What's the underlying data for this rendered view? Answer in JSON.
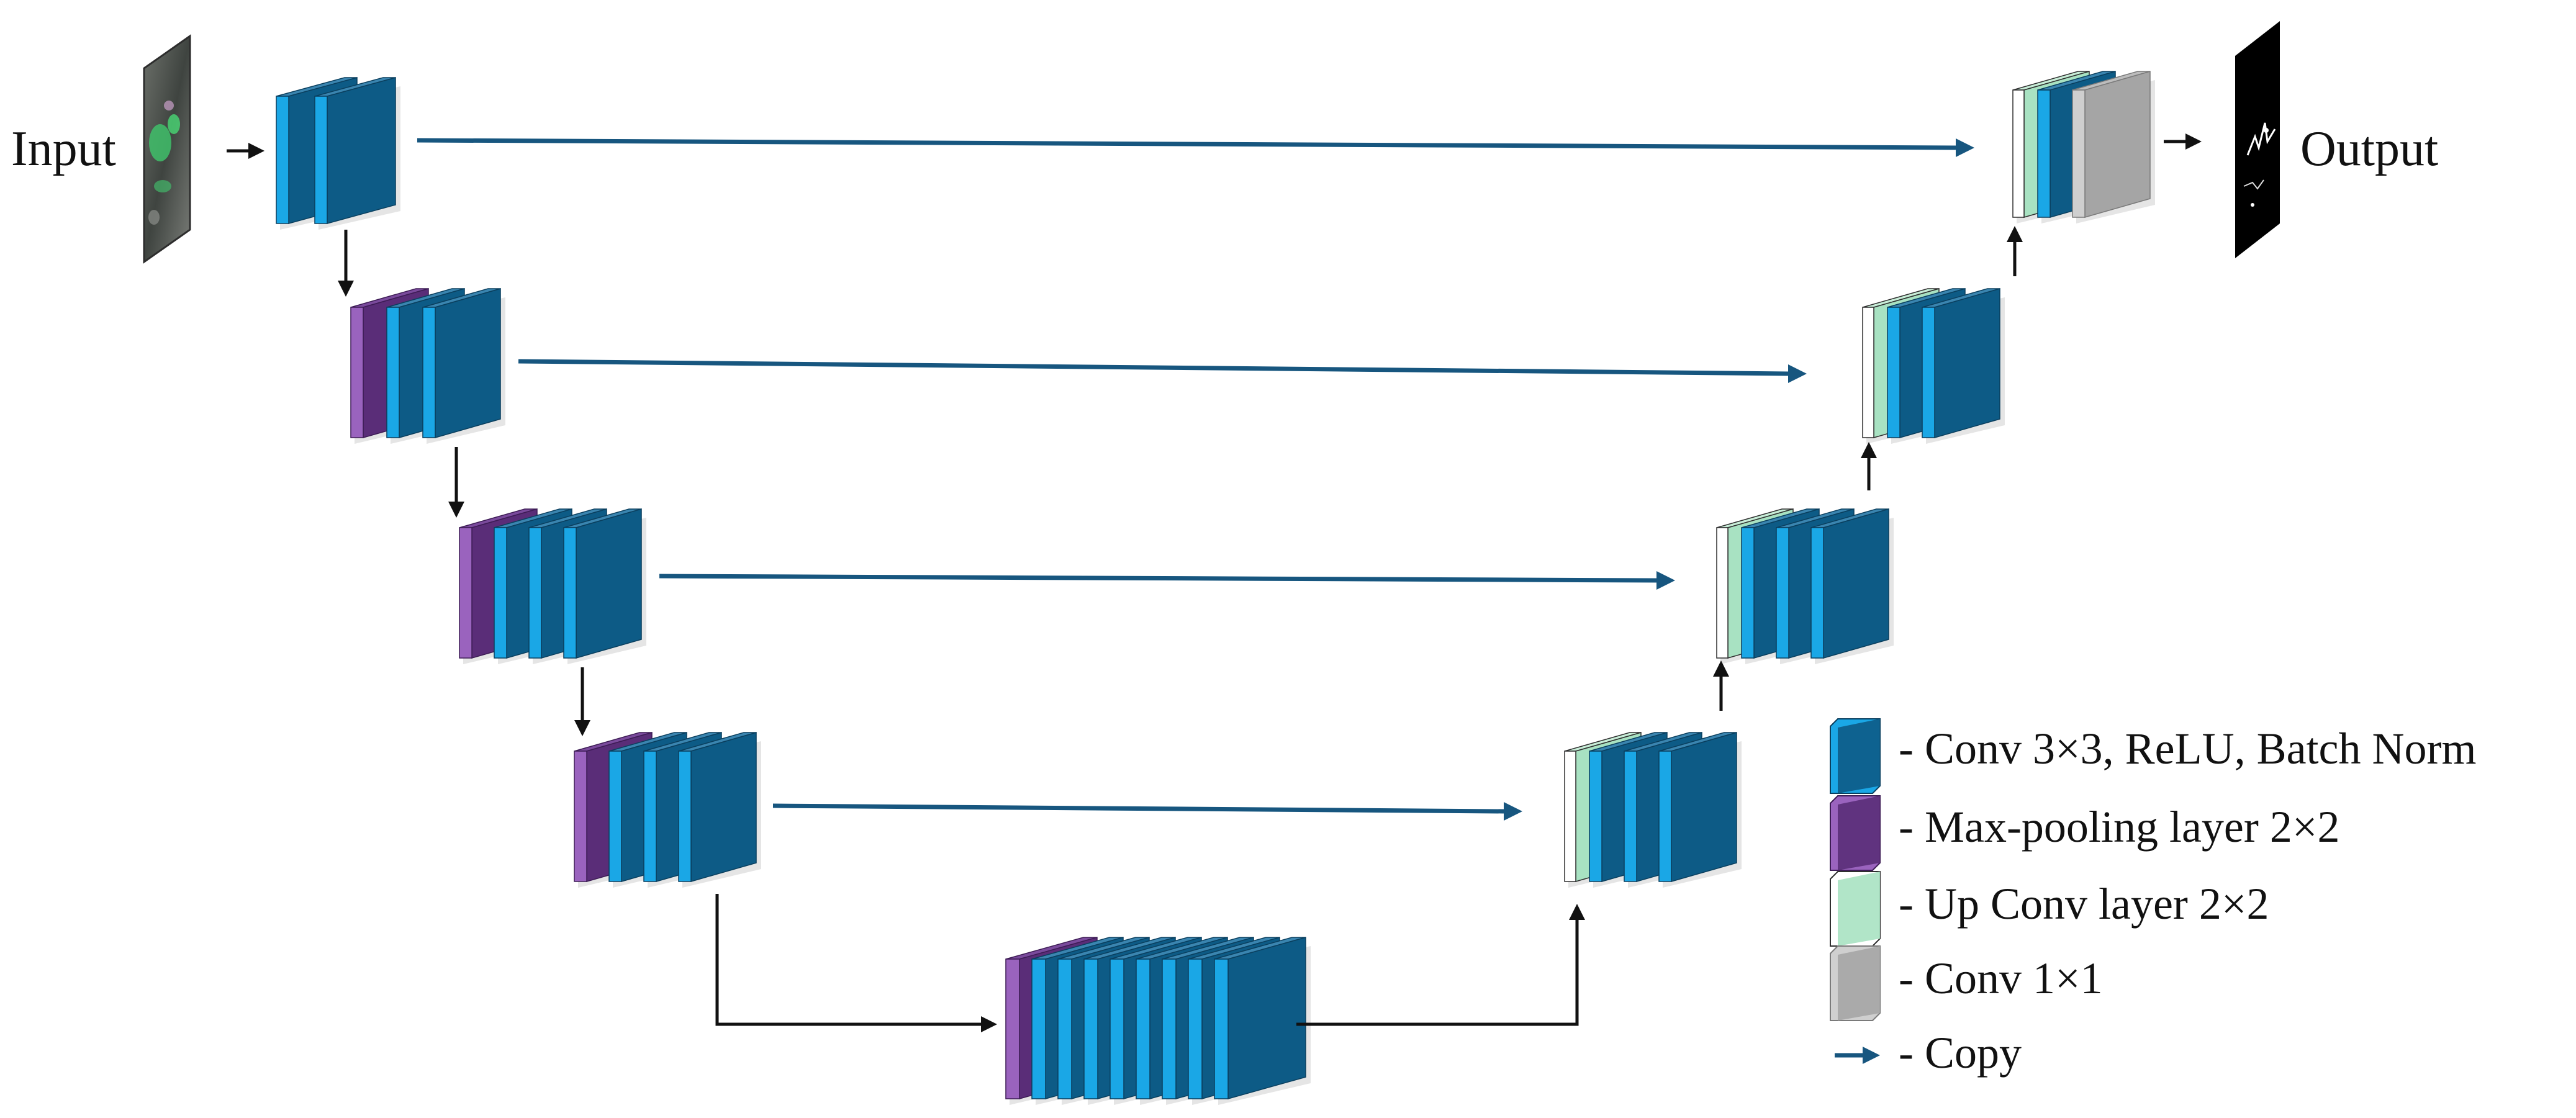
{
  "labels": {
    "input": "Input",
    "output": "Output"
  },
  "legend": {
    "conv3": "- Conv 3×3, ReLU, Batch Norm",
    "maxpool": "- Max-pooling layer 2×2",
    "upconv": "- Up Conv layer 2×2",
    "conv1": "- Conv 1×1",
    "copy": "- Copy"
  },
  "colors": {
    "conv_face": "#0d5b86",
    "conv_side": "#1aa7e6",
    "conv_top": "#3a85b0",
    "pool_face": "#5a2d78",
    "pool_side": "#9a63be",
    "pool_top": "#7a4a9c",
    "up_face": "#a8e2c2",
    "up_side": "#ffffff",
    "conv1_face": "#a5a5a5",
    "conv1_side": "#cfcfcf",
    "copy_arrow": "#17567f",
    "flow_arrow": "#111111"
  }
}
